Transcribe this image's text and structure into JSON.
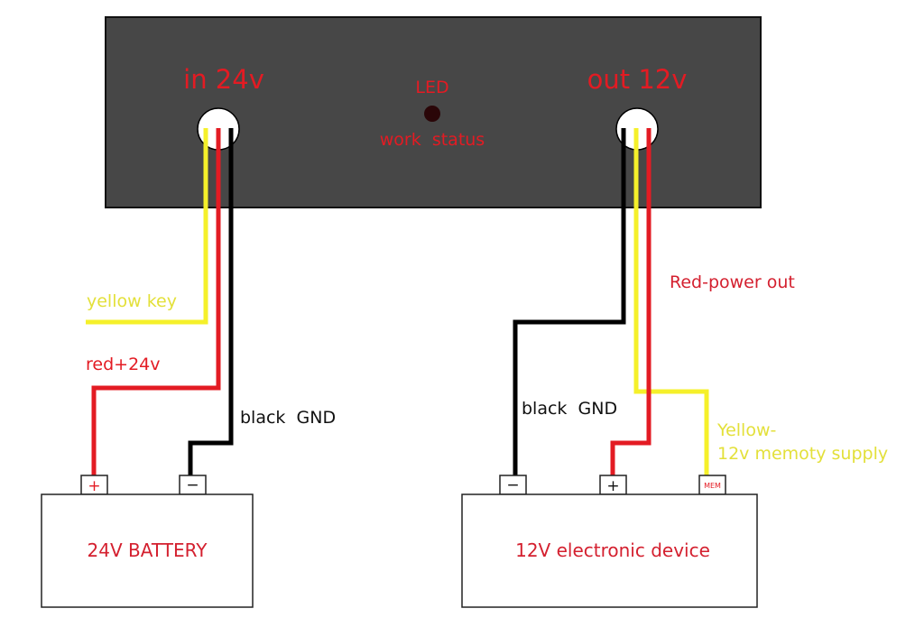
{
  "converter": {
    "input_label": "in 24v",
    "output_label": "out 12v",
    "led_label": "LED",
    "led_status_label": "work  status",
    "body_color": "#474747",
    "led_color": "#2a0608"
  },
  "input_wires": {
    "yellow_label": "yellow key",
    "red_label": "red+24v",
    "black_label": "black  GND"
  },
  "output_wires": {
    "red_label": "Red-power out",
    "black_label": "black  GND",
    "yellow_label_line1": "Yellow-",
    "yellow_label_line2": "12v memoty supply"
  },
  "battery": {
    "label": "24V BATTERY",
    "terminal_plus": "+",
    "terminal_minus": "−"
  },
  "device": {
    "label": "12V electronic device",
    "terminal_minus": "−",
    "terminal_plus": "+",
    "terminal_mem": "MEM"
  },
  "colors": {
    "wire_yellow": "#f5f02a",
    "wire_red": "#e31b23",
    "wire_black": "#000000"
  }
}
